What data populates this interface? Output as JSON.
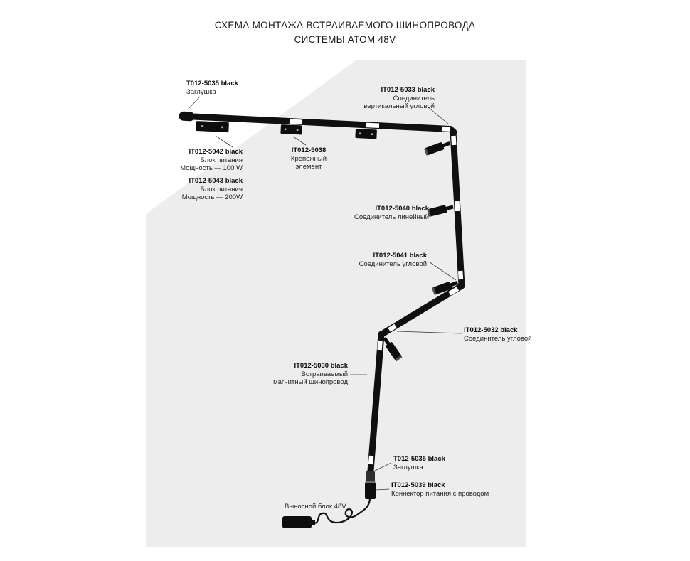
{
  "title": {
    "line1": "СХЕМА МОНТАЖА ВСТРАИВАЕМОГО ШИНОПРОВОДА",
    "line2": "СИСТЕМЫ АТОМ 48V"
  },
  "callouts": {
    "endcap_top": {
      "part": "T012-5035 black",
      "desc1": "Заглушка"
    },
    "corner_vertical": {
      "part": "IT012-5033 black",
      "desc1": "Соединитель",
      "desc2": "вертикальный угловой"
    },
    "psu_100": {
      "part": "IT012-5042 black",
      "desc1": "Блок питания",
      "desc2": "Мощность — 100 W"
    },
    "psu_200": {
      "part": "IT012-5043 black",
      "desc1": "Блок питания",
      "desc2": "Мощность — 200W"
    },
    "clip": {
      "part": "IT012-5038",
      "desc1": "Крепежный элемент"
    },
    "linear": {
      "part": "IT012-5040 black",
      "desc1": "Соединитель линейный"
    },
    "corner_upper": {
      "part": "IT012-5041 black",
      "desc1": "Соединитель угловой"
    },
    "corner_lower": {
      "part": "IT012-5032 black",
      "desc1": "Соединитель угловой"
    },
    "track": {
      "part": "IT012-5030 black",
      "desc1": "Встраиваемый",
      "desc2": "магнитный шинопровод"
    },
    "endcap_bottom": {
      "part": "T012-5035 black",
      "desc1": "Заглушка"
    },
    "power_connector": {
      "part": "IT012-5039 black",
      "desc1": "Коннектор питания с проводом"
    },
    "external_unit": {
      "label": "Выносной блок 48V"
    }
  },
  "colors": {
    "background": "#ffffff",
    "wall": "#ededed",
    "track": "#101010",
    "text": "#1a1a1a"
  }
}
